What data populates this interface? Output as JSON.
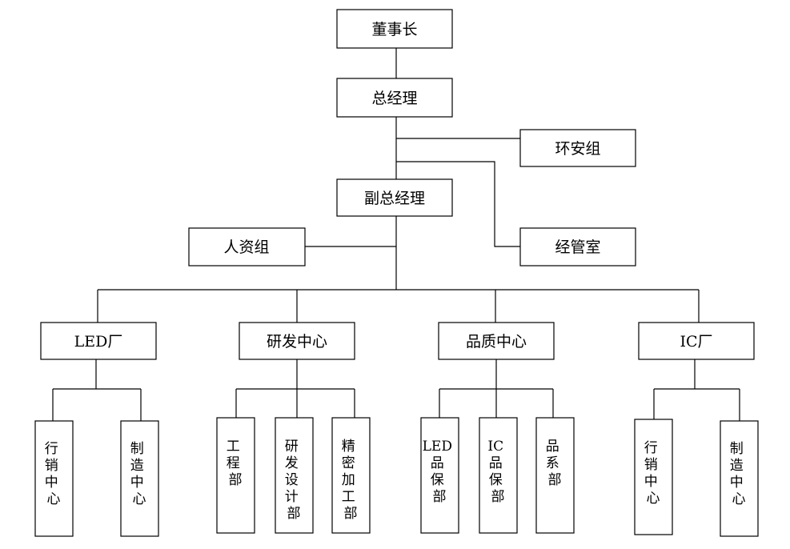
{
  "nodes": {
    "chairman": "董事长",
    "gm": "总经理",
    "env": "环安组",
    "vgm": "副总经理",
    "hr": "人资组",
    "mgmt": "经管室",
    "led": "LED厂",
    "rd": "研发中心",
    "qa": "品质中心",
    "ic": "IC厂"
  },
  "subnodes": {
    "led_sales": [
      "行",
      "销",
      "中",
      "心"
    ],
    "led_mfg": [
      "制",
      "造",
      "中",
      "心"
    ],
    "eng": [
      "工",
      "程",
      "部"
    ],
    "rd_design": [
      "研",
      "发",
      "设",
      "计",
      "部"
    ],
    "precision": [
      "精",
      "密",
      "加",
      "工",
      "部"
    ],
    "led_qa": [
      "LED",
      "品",
      "保",
      "部"
    ],
    "ic_qa": [
      "IC",
      "品",
      "保",
      "部"
    ],
    "qa_sys": [
      "品",
      "系",
      "部"
    ],
    "ic_sales": [
      "行",
      "销",
      "中",
      "心"
    ],
    "ic_mfg": [
      "制",
      "造",
      "中",
      "心"
    ]
  }
}
